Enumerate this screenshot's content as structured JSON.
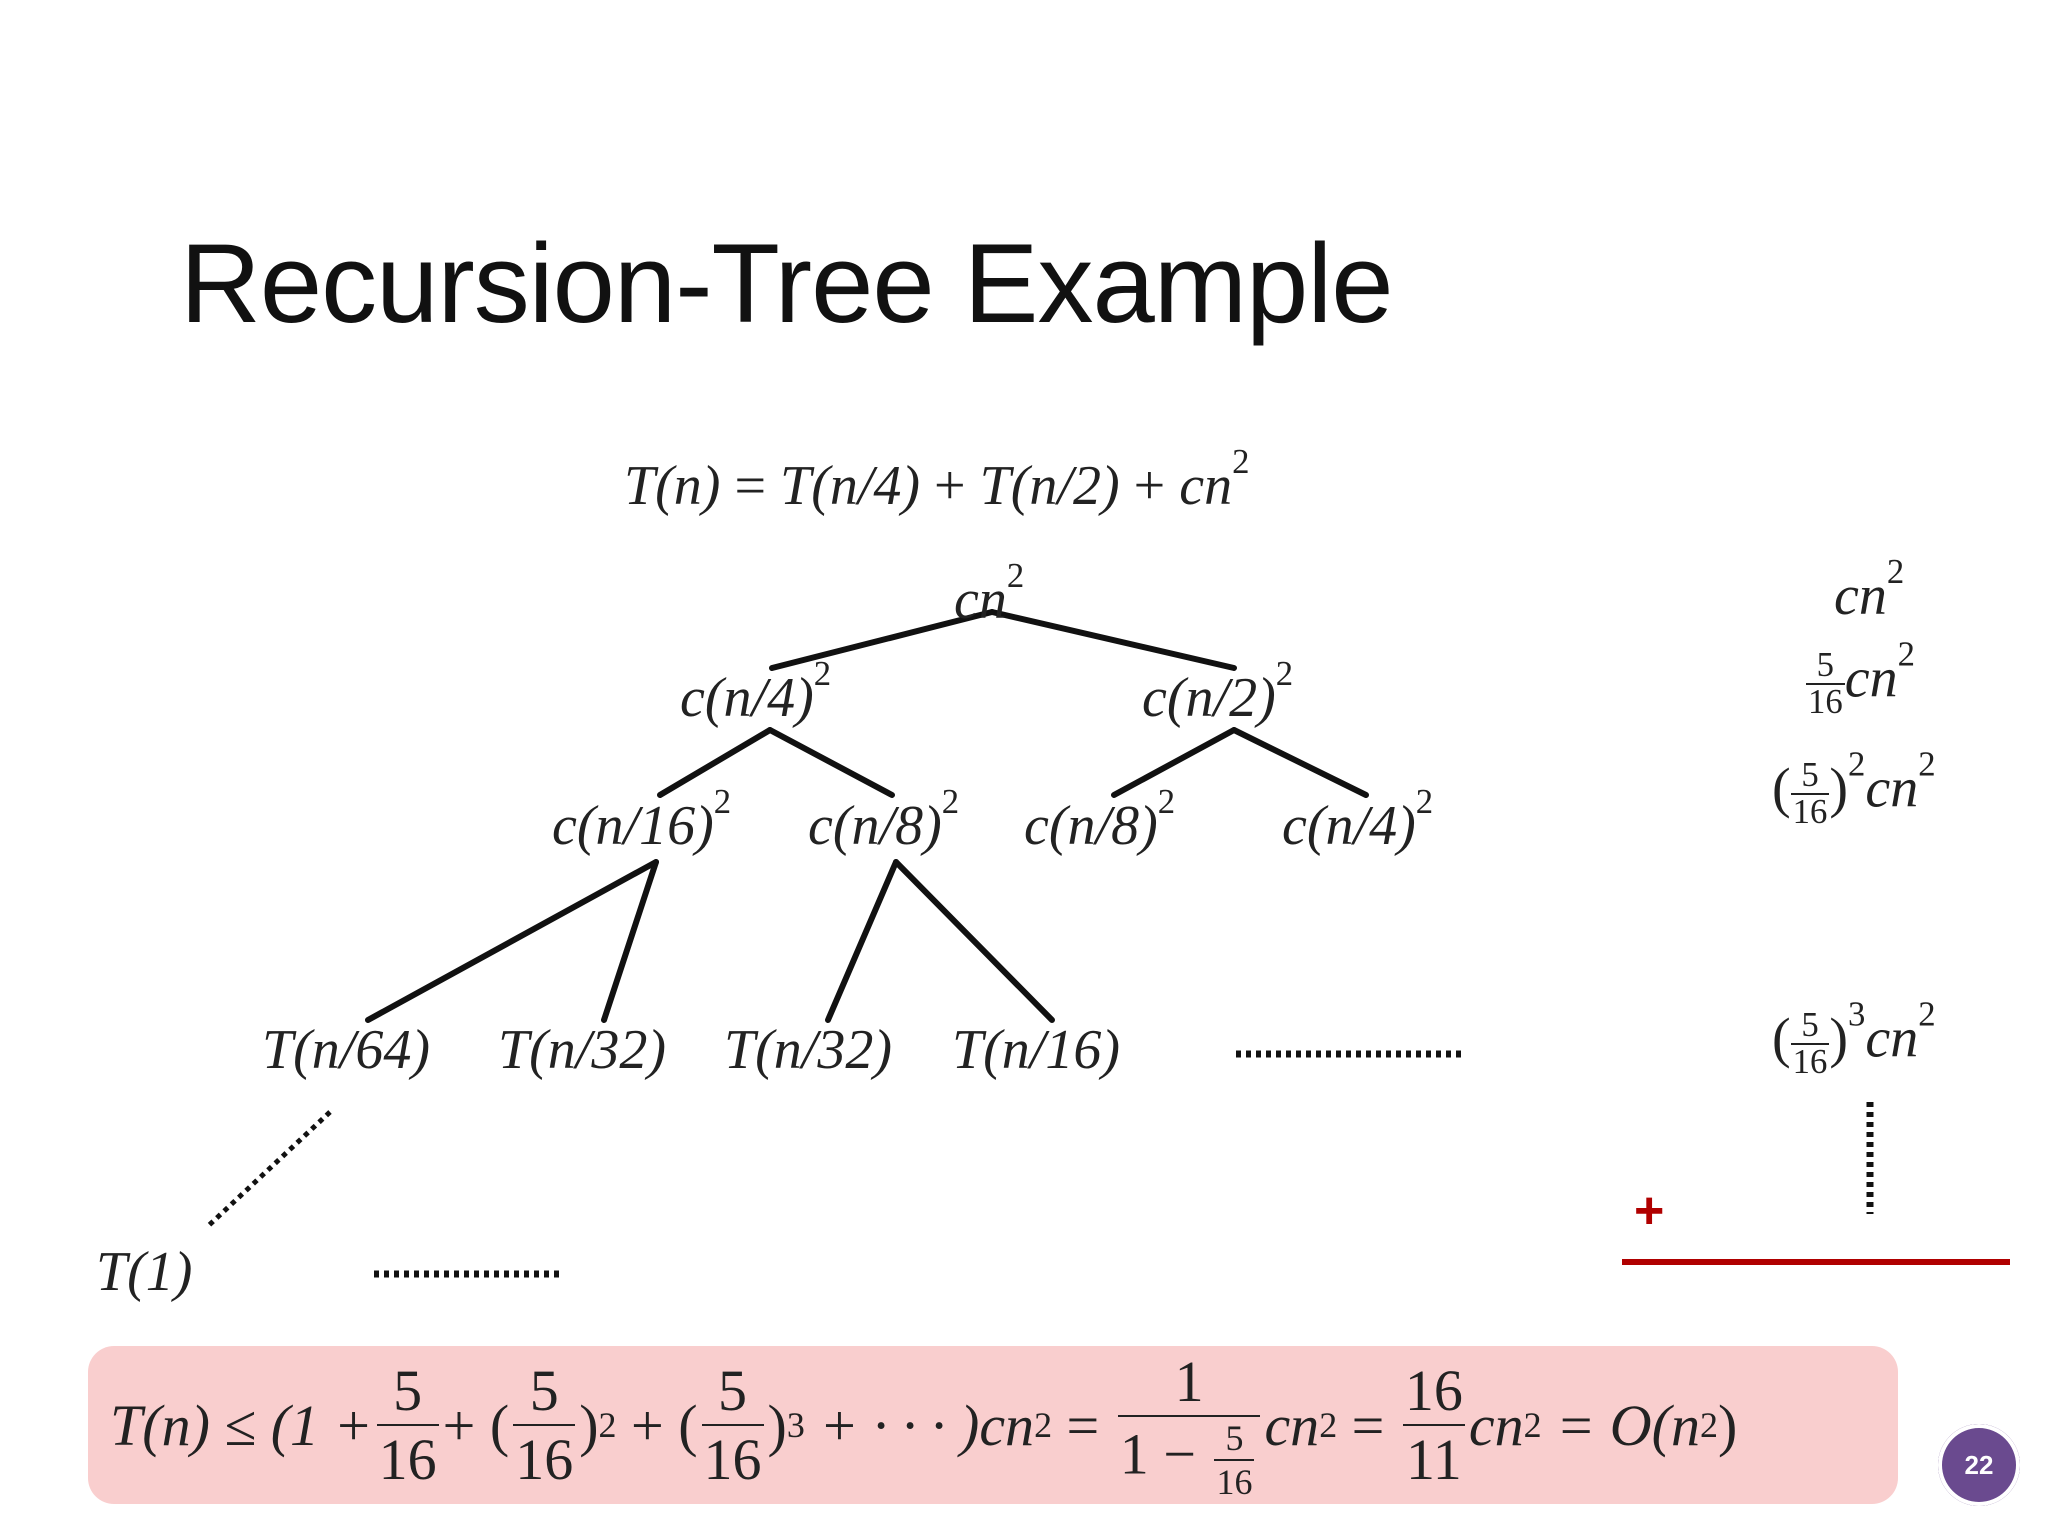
{
  "title": "Recursion-Tree Example",
  "recurrence": {
    "lhs": "T(n)",
    "eq": "=",
    "t1": "T(n/4)",
    "plus1": "+",
    "t2": "T(n/2)",
    "plus2": "+",
    "c": "cn",
    "exp": "2"
  },
  "tree": {
    "root": {
      "base": "cn",
      "exp": "2"
    },
    "level1": [
      {
        "base": "c(n/4)",
        "exp": "2"
      },
      {
        "base": "c(n/2)",
        "exp": "2"
      }
    ],
    "level2": [
      {
        "base": "c(n/16)",
        "exp": "2"
      },
      {
        "base": "c(n/8)",
        "exp": "2"
      },
      {
        "base": "c(n/8)",
        "exp": "2"
      },
      {
        "base": "c(n/4)",
        "exp": "2"
      }
    ],
    "level3": [
      "T(n/64)",
      "T(n/32)",
      "T(n/32)",
      "T(n/16)"
    ],
    "leaf": "T(1)"
  },
  "level_sums": {
    "row0": {
      "base": "cn",
      "exp": "2"
    },
    "row1": {
      "num": "5",
      "den": "16",
      "base": "cn",
      "exp": "2"
    },
    "row2": {
      "open": "(",
      "num": "5",
      "den": "16",
      "close": ")",
      "pow": "2",
      "base": "cn",
      "exp": "2"
    },
    "row3": {
      "open": "(",
      "num": "5",
      "den": "16",
      "close": ")",
      "pow": "3",
      "base": "cn",
      "exp": "2"
    },
    "plus": "+"
  },
  "result": {
    "lhs": "T(n) ≤ (1 +",
    "f1": {
      "num": "5",
      "den": "16"
    },
    "plus_a": "+ (",
    "f2": {
      "num": "5",
      "den": "16"
    },
    "pow2": "2",
    "plus_b": "+ (",
    "f3": {
      "num": "5",
      "den": "16"
    },
    "pow3": "3",
    "tail": "+ · · · )cn",
    "exp_a": "2",
    "eq_a": "=",
    "f4": {
      "num": "1",
      "den_pre": "1 −",
      "den_num": "5",
      "den_den": "16"
    },
    "mid": "cn",
    "exp_b": "2",
    "eq_b": "=",
    "f5": {
      "num": "16",
      "den": "11"
    },
    "end": "cn",
    "exp_c": "2",
    "eq_c": "= O(n",
    "exp_d": "2",
    "close": ")"
  },
  "page_number": "22",
  "colors": {
    "accent_red": "#b00000",
    "box_fill": "#f9cece",
    "badge": "#6a4a8f"
  }
}
